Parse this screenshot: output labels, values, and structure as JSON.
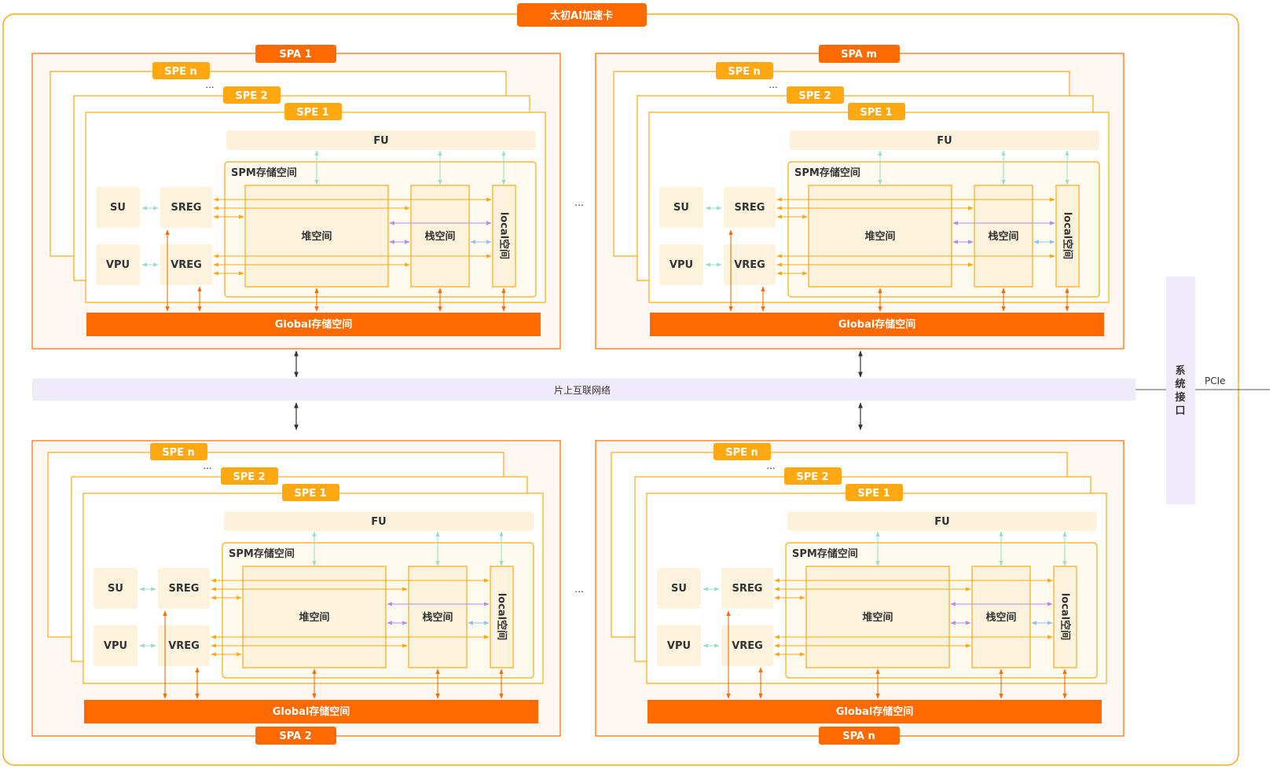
{
  "card": {
    "title": "太初AI加速卡"
  },
  "spa_blocks": [
    {
      "title": "SPA 1"
    },
    {
      "title": "SPA m"
    },
    {
      "title": "SPA 2"
    },
    {
      "title": "SPA n"
    }
  ],
  "spe_tabs": {
    "spe_n": "SPE n",
    "spe_2": "SPE 2",
    "spe_1": "SPE 1",
    "ellipsis": "..."
  },
  "spe_contents": {
    "fu": "FU",
    "spm": "SPM存储空间",
    "su": "SU",
    "sreg": "SREG",
    "vpu": "VPU",
    "vreg": "VREG",
    "heap": "堆空间",
    "stack": "栈空间",
    "local": "local空间",
    "global": "Global存储空间"
  },
  "between_spa_ellipsis": "...",
  "interconnect": {
    "label": "片上互联网络"
  },
  "system_interface": {
    "label": "系统接口",
    "chars": [
      "系",
      "统",
      "接",
      "口"
    ]
  },
  "pcie": {
    "label": "PCIe"
  },
  "colors": {
    "orange_dark": "#ff6a00",
    "orange_light": "#ffa812",
    "spa_bg": "#fff7f2",
    "spe_inner_bg": "#fffaf0",
    "fu_bg": "#fdf1db",
    "box_bg": "#fdf3dc",
    "purple_bg": "#f0ebfa",
    "arrow_green": "#9be0c6",
    "arrow_purple": "#b28de8",
    "arrow_blue": "#8fc2f0",
    "arrow_dark": "#333333"
  }
}
